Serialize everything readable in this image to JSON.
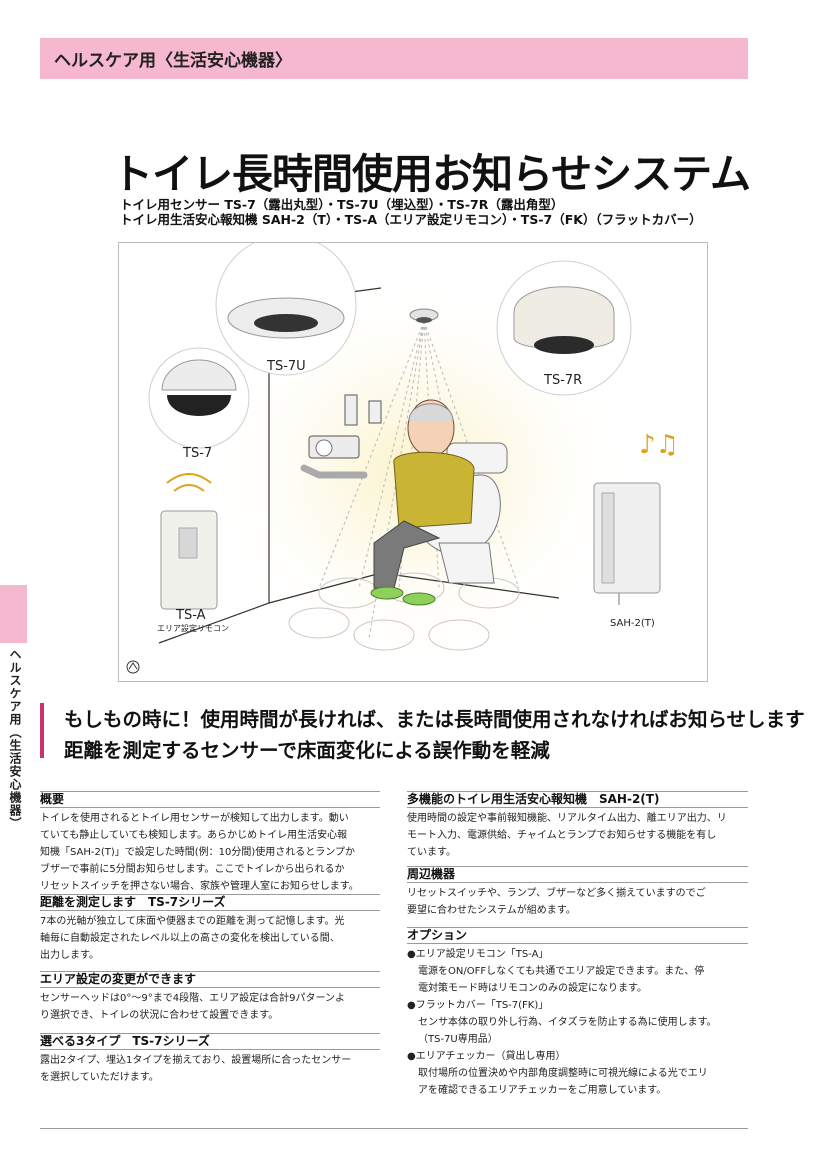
{
  "header": {
    "category": "ヘルスケア用〈生活安心機器〉"
  },
  "side_tab": {
    "label": "ヘルスケア用（生活安心機器）"
  },
  "title": "トイレ長時間使用お知らせシステム",
  "subtitle_line1": "トイレ用センサー TS-7（露出丸型）・TS-7U（埋込型）・TS-7R（露出角型）",
  "subtitle_line2": "トイレ用生活安心報知機 SAH-2（T）・TS-A（エリア設定リモコン）・TS-7（FK）（フラットカバー）",
  "illustration": {
    "labels": {
      "ts7u": "TS-7U",
      "ts7r": "TS-7R",
      "ts7": "TS-7",
      "tsa": "TS-A",
      "tsa_sub": "エリア設定リモコン",
      "sah2": "SAH-2(T)"
    }
  },
  "slogan": {
    "line1": "もしもの時に！使用時間が長ければ、または長時間使用されなければお知らせします",
    "line2": "距離を測定するセンサーで床面変化による誤作動を軽減"
  },
  "sections": {
    "overview": {
      "title": "概要",
      "lines": [
        "トイレを使用されるとトイレ用センサーが検知して出力します。動い",
        "ていても静止していても検知します。あらかじめトイレ用生活安心報",
        "知機「SAH-2(T)」で設定した時間(例：10分間)使用されるとランプか",
        "ブザーで事前に5分間お知らせします。ここでトイレから出られるか",
        "リセットスイッチを押さない場合、家族や管理人室にお知らせします。"
      ]
    },
    "distance": {
      "title": "距離を測定します　TS-7シリーズ",
      "lines": [
        "7本の光軸が独立して床面や便器までの距離を測って記憶します。光",
        "軸毎に自動設定されたレベル以上の高さの変化を検出している間、",
        "出力します。"
      ]
    },
    "area": {
      "title": "エリア設定の変更ができます",
      "lines": [
        "センサーヘッドは0°～9°まで4段階、エリア設定は合計9パターンよ",
        "り選択でき、トイレの状況に合わせて設置できます。"
      ]
    },
    "types": {
      "title": "選べる3タイプ　TS-7シリーズ",
      "lines": [
        "露出2タイプ、埋込1タイプを揃えており、設置場所に合ったセンサー",
        "を選択していただけます。"
      ]
    },
    "multi": {
      "title": "多機能のトイレ用生活安心報知機　SAH-2(T)",
      "lines": [
        "使用時間の設定や事前報知機能、リアルタイム出力、離エリア出力、リ",
        "モート入力、電源供給、チャイムとランプでお知らせする機能を有し",
        "ています。"
      ]
    },
    "peripheral": {
      "title": "周辺機器",
      "lines": [
        "リセットスイッチや、ランプ、ブザーなど多く揃えていますのでご",
        "要望に合わせたシステムが組めます。"
      ]
    },
    "options": {
      "title": "オプション",
      "items": [
        {
          "bullet": "●エリア設定リモコン「TS-A」",
          "desc": [
            "電源をON/OFFしなくても共通でエリア設定できます。また、停",
            "電対策モード時はリモコンのみの設定になります。"
          ]
        },
        {
          "bullet": "●フラットカバー「TS-7(FK)」",
          "desc": [
            "センサ本体の取り外し行為、イタズラを防止する為に使用します。",
            "（TS-7U専用品）"
          ]
        },
        {
          "bullet": "●エリアチェッカー（貸出し専用）",
          "desc": [
            "取付場所の位置決めや内部角度調整時に可視光線による光でエリ",
            "アを確認できるエリアチェッカーをご用意しています。"
          ]
        }
      ]
    }
  },
  "colors": {
    "pink": "#f5b8cf",
    "accent": "#c8336e",
    "rule": "#9a9a9a"
  }
}
